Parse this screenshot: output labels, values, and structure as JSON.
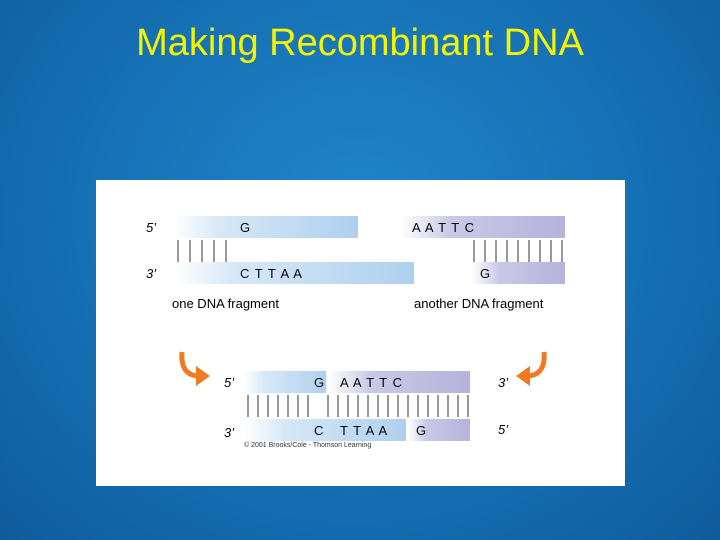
{
  "slide": {
    "title": "Making Recombinant DNA"
  },
  "top": {
    "left_5": "5’",
    "left_3": "3’",
    "frag1_top": "G",
    "frag1_bottom": "C T T A A",
    "frag2_top": "A A T T C",
    "frag2_bottom": "G",
    "frag1_caption": "one DNA fragment",
    "frag2_caption": "another DNA fragment"
  },
  "bottom": {
    "left_5": "5’",
    "left_3": "3’",
    "right_3": "3’",
    "right_5": "5’",
    "top_g": "G",
    "top_seq": "A A T T C",
    "bottom_c": "C",
    "bottom_seq": "T T A A",
    "bottom_g": "G"
  },
  "credit": "© 2001 Brooks/Cole - Thomson Learning",
  "colors": {
    "title": "#f4f400",
    "arrow": "#ee7a22"
  },
  "icons": {
    "arrow_left": "curved-arrow-icon",
    "arrow_right": "curved-arrow-icon"
  }
}
